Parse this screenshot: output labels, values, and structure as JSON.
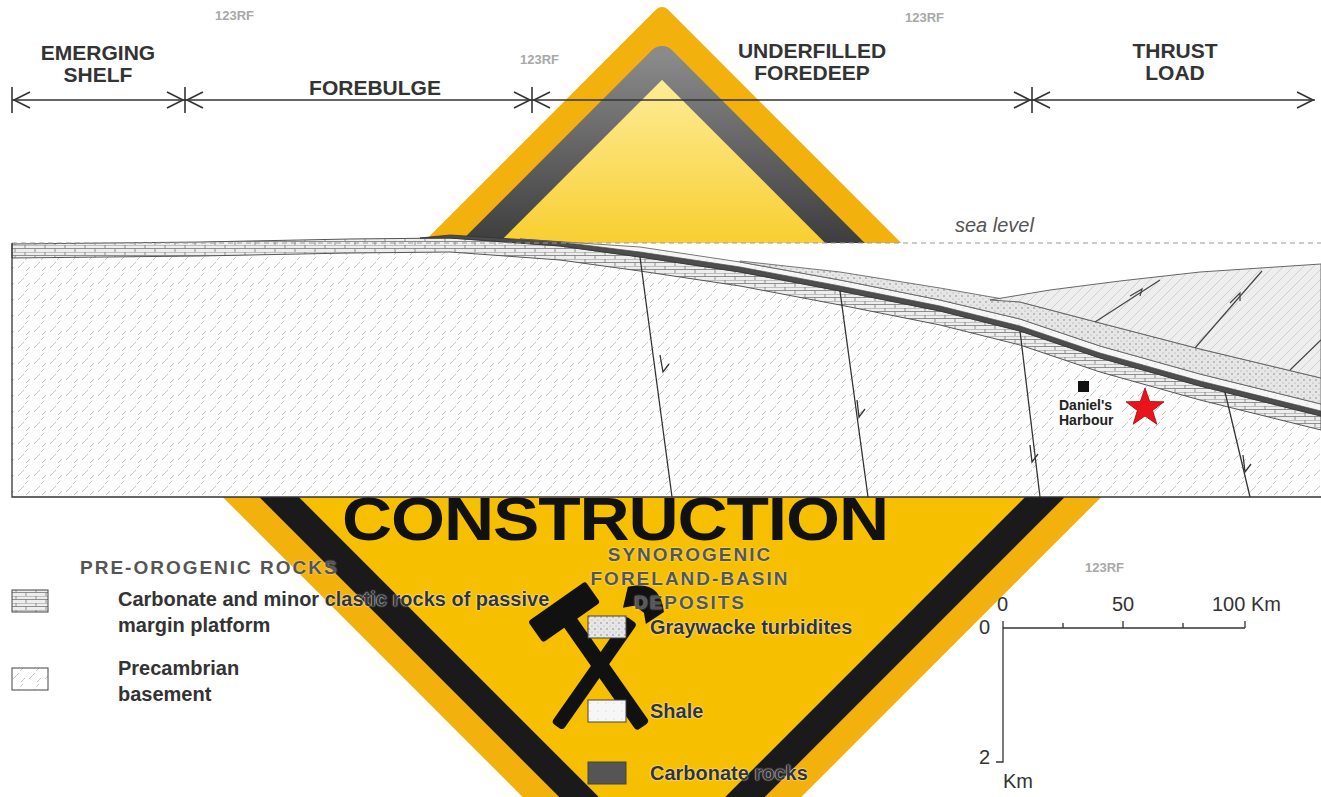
{
  "diagram": {
    "labels": [
      "EMERGING SHELF",
      "FOREBULGE",
      "UNDERFILLED FOREDEEP",
      "THRUST LOAD",
      "sea level",
      "Daniel's Harbour",
      "CONSTRUCTION",
      "PRE-OROGENIC ROCKS",
      "SYNOROGENIC FORELAND-BASIN DEPOSITS",
      "0",
      "50",
      "100 Km",
      "0",
      "2",
      "Km",
      "123RF",
      "123RF",
      "123RF",
      "123RF"
    ],
    "legend": [
      {
        "text": "Carbonate and minor clastic rocks of passive margin platform"
      },
      {
        "text": "Precambrian basement"
      },
      {
        "text": "Graywacke turbidites"
      },
      {
        "text": "Shale"
      },
      {
        "text": "Carbonate rocks",
        "color": "#555555"
      }
    ]
  }
}
